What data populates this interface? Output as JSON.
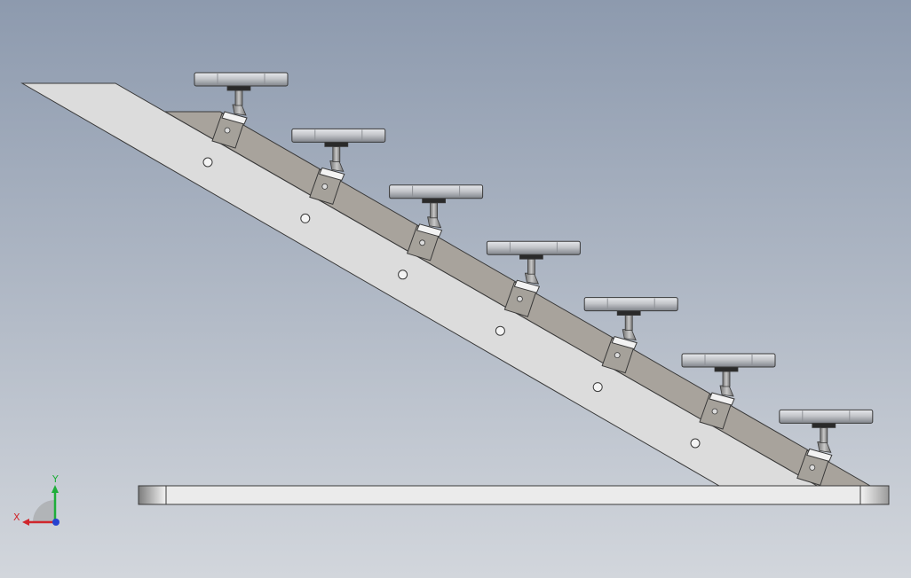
{
  "viewport": {
    "background_top": "#8d9aae",
    "background_bottom": "#d2d6dc"
  },
  "model": {
    "step_count": 7,
    "stringer_hole_count": 6,
    "colors": {
      "stringer_face": "#dcdcdc",
      "stringer_top": "#a8a39c",
      "outline": "#3a3a3a",
      "base_plate": "#ebebeb",
      "tread": "#c4c6ca",
      "tread_dark": "#8e9196",
      "bracket": "#a5a19a",
      "clamp": "#f2f2f2",
      "post": "#8a8a8a",
      "post_dark": "#2a2a2a"
    }
  },
  "triad": {
    "x_label": "X",
    "y_label": "Y",
    "x_color": "#d0262c",
    "y_color": "#1fae3a",
    "z_color": "#2642d0"
  }
}
